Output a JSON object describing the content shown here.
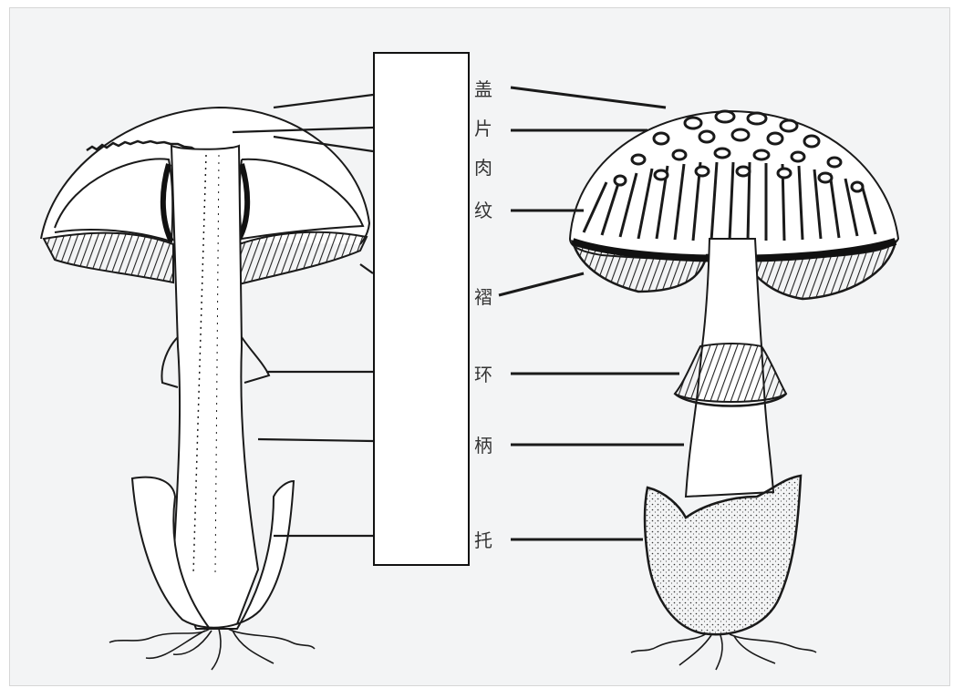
{
  "diagram": {
    "subject": "mushroom-structure",
    "labels": [
      {
        "id": "cap",
        "text": "盖"
      },
      {
        "id": "scales",
        "text": "片"
      },
      {
        "id": "flesh",
        "text": "肉"
      },
      {
        "id": "striations",
        "text": "纹"
      },
      {
        "id": "gills",
        "text": "褶"
      },
      {
        "id": "ring",
        "text": "环"
      },
      {
        "id": "stipe",
        "text": "柄"
      },
      {
        "id": "volva",
        "text": "托"
      }
    ],
    "colors": {
      "ink": "#1a1a1a",
      "paper": "#f3f4f5",
      "box_fill": "#ffffff",
      "box_border": "#111111"
    }
  }
}
